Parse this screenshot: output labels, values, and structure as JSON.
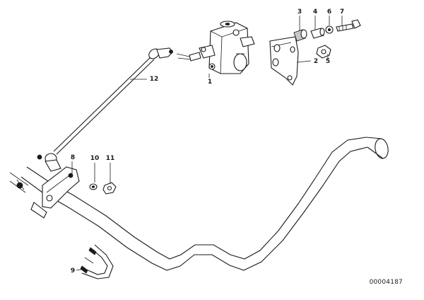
{
  "diagram": {
    "reference_number": "00004187",
    "callouts": [
      {
        "id": "c1",
        "label": "1"
      },
      {
        "id": "c2",
        "label": "2"
      },
      {
        "id": "c3",
        "label": "3"
      },
      {
        "id": "c4",
        "label": "4"
      },
      {
        "id": "c5",
        "label": "5"
      },
      {
        "id": "c6",
        "label": "6"
      },
      {
        "id": "c7",
        "label": "7"
      },
      {
        "id": "c8",
        "label": "8"
      },
      {
        "id": "c9",
        "label": "9"
      },
      {
        "id": "c10",
        "label": "10"
      },
      {
        "id": "c11",
        "label": "11"
      },
      {
        "id": "c12",
        "label": "12"
      }
    ]
  }
}
